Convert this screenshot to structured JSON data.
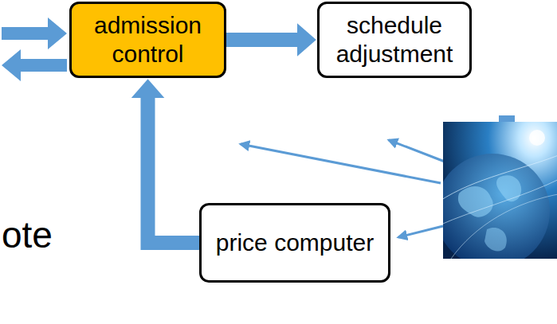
{
  "diagram": {
    "nodes": [
      {
        "text": [
          "admission control"
        ]
      },
      {
        "text": [
          "schedule adjustment"
        ]
      },
      {
        "text": [
          "price computer"
        ]
      }
    ],
    "edges": [
      {
        "from": 0,
        "to": 1,
        "arrow": "to"
      },
      {
        "from": 2,
        "to": 0,
        "arrow": "to"
      }
    ],
    "labels": [
      "ote"
    ]
  }
}
